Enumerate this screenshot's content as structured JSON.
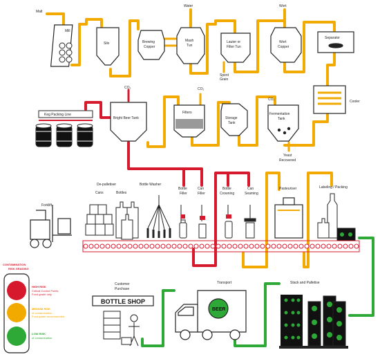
{
  "labels": {
    "malt": "Malt",
    "mill": "Mill",
    "water": "Water",
    "wort_in": "Wort",
    "silo": "Silo",
    "brewing_copper": "Brewing Copper",
    "mash_tun": "Mash Tun",
    "lauter": "Lauter or Filter Tun",
    "wort_copper": "Wort Copper",
    "separator": "Separator",
    "spent_grain": "Spent Grain",
    "cooler": "Cooler",
    "co2_a": "CO₂",
    "co2_b": "CO₂",
    "co2_c": "CO₂",
    "bright_beer_tank": "Bright Beer Tank",
    "filters": "Filters",
    "storage_tank": "Storage Tank",
    "fermentation_tank": "Fermentation Tank",
    "yeast_recovered": "Yeast Recovered",
    "keg_packing_line": "Keg Packing Line",
    "de_palletiser": "De-palletiser",
    "cans": "Cans",
    "bottles": "Bottles",
    "bottle_washer": "Bottle Washer",
    "bottle_filler": "Bottle Filler",
    "can_filler": "Can Filler",
    "bottle_crowning": "Bottle Crowning",
    "can_seaming": "Can Seaming",
    "pasteuriser": "Pasteuriser",
    "labeling_packing": "Labeling / Packing",
    "forklift": "Forklift",
    "customer_purchase": "Customer Purchase",
    "transport": "Transport",
    "stack_palletise": "Stack and Palletise",
    "bottle_shop": "BOTTLE SHOP",
    "truck_logo": "BEER"
  },
  "legend": {
    "title": "CONTAMINATION RISK GRADING",
    "high_title": "HIGH RISK",
    "high_desc": "Critical Control Points Food grade only",
    "medium_title": "MEDIUM RISK",
    "medium_desc": "of contamination - Food grade recommended",
    "low_title": "LOW RISK",
    "low_desc": "of contamination"
  },
  "colors": {
    "high": "#d7192d",
    "medium": "#f2a900",
    "low": "#2ea836",
    "line_text": "#222222"
  }
}
